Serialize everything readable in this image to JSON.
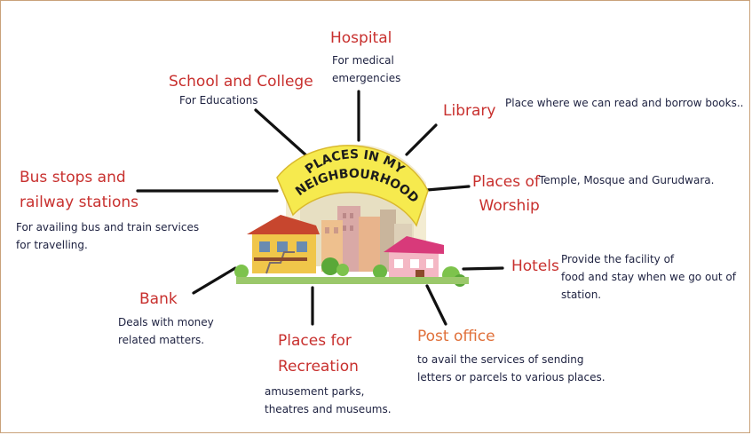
{
  "title": "PLACES IN MY NEIGHBOURHOOD",
  "title_lines": [
    "PLACES IN MY",
    "NEIGHBOURHOOD"
  ],
  "colors": {
    "heading": "#c8302e",
    "heading_post_office": "#e0703a",
    "description": "#1d2140",
    "banner": "#f6ea4e",
    "banner_text": "#1c1c1c",
    "border": "#c9a27a"
  },
  "nodes": {
    "hospital": {
      "label": "Hospital",
      "description": "For medical\nemergencies"
    },
    "school": {
      "label": "School and College",
      "description": "For Educations"
    },
    "library": {
      "label": "Library",
      "description": "Place where we can read and borrow books.."
    },
    "bus": {
      "label": "Bus stops and\nrailway stations",
      "description": "For availing bus and train services\nfor travelling."
    },
    "worship": {
      "label": "Places of\nWorship",
      "description": "Temple, Mosque and Gurudwara."
    },
    "hotels": {
      "label": "Hotels",
      "description": "Provide the facility of\nfood and stay when we go out of\nstation."
    },
    "bank": {
      "label": "Bank",
      "description": "Deals with money\nrelated matters."
    },
    "recreation": {
      "label": "Places for\nRecreation",
      "description": "amusement parks,\ntheatres and museums."
    },
    "post_office": {
      "label": "Post office",
      "description": "to avail the services of sending\nletters or parcels to various places."
    }
  }
}
